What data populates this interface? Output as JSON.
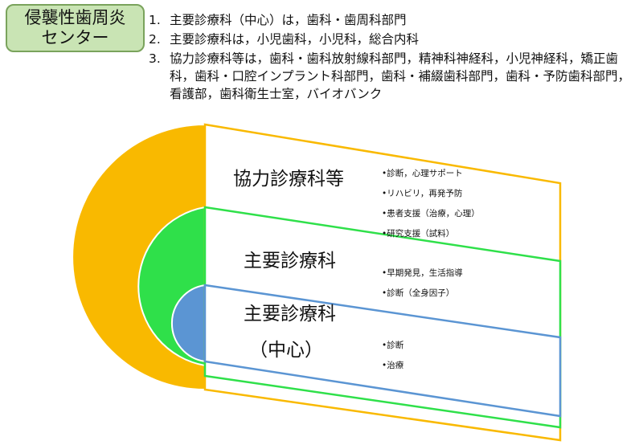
{
  "title": {
    "line1": "侵襲性歯周炎",
    "line2": "センター"
  },
  "list": [
    {
      "num": "1.",
      "text": "主要診療科（中心）は，歯科・歯周科部門"
    },
    {
      "num": "2.",
      "text": "主要診療科は，小児歯科，小児科，総合内科"
    },
    {
      "num": "3.",
      "text": "協力診療科等は，歯科・歯科放射線科部門，精神科神経科，小児神経科，矯正歯科，歯科・口腔インプラント科部門，歯科・補綴歯科部門，歯科・予防歯科部門，看護部，歯科衛生士室，バイオバンク"
    }
  ],
  "colors": {
    "outer": "#f9b900",
    "middle": "#2fe04a",
    "inner": "#5b95d3",
    "titleBg": "#c9e4b4"
  },
  "layers": {
    "outer": {
      "label": "協力診療科等",
      "bullets": [
        "•診断，心理サポート",
        "•リハビリ，再発予防",
        "•患者支援（治療，心理）",
        "•研究支援（試料）"
      ]
    },
    "middle": {
      "label": "主要診療科",
      "bullets": [
        "•早期発見，生活指導",
        "•診断（全身因子）"
      ]
    },
    "inner": {
      "label1": "主要診療科",
      "label2": "（中心）",
      "bullets": [
        "•診断",
        "•治療"
      ]
    }
  }
}
